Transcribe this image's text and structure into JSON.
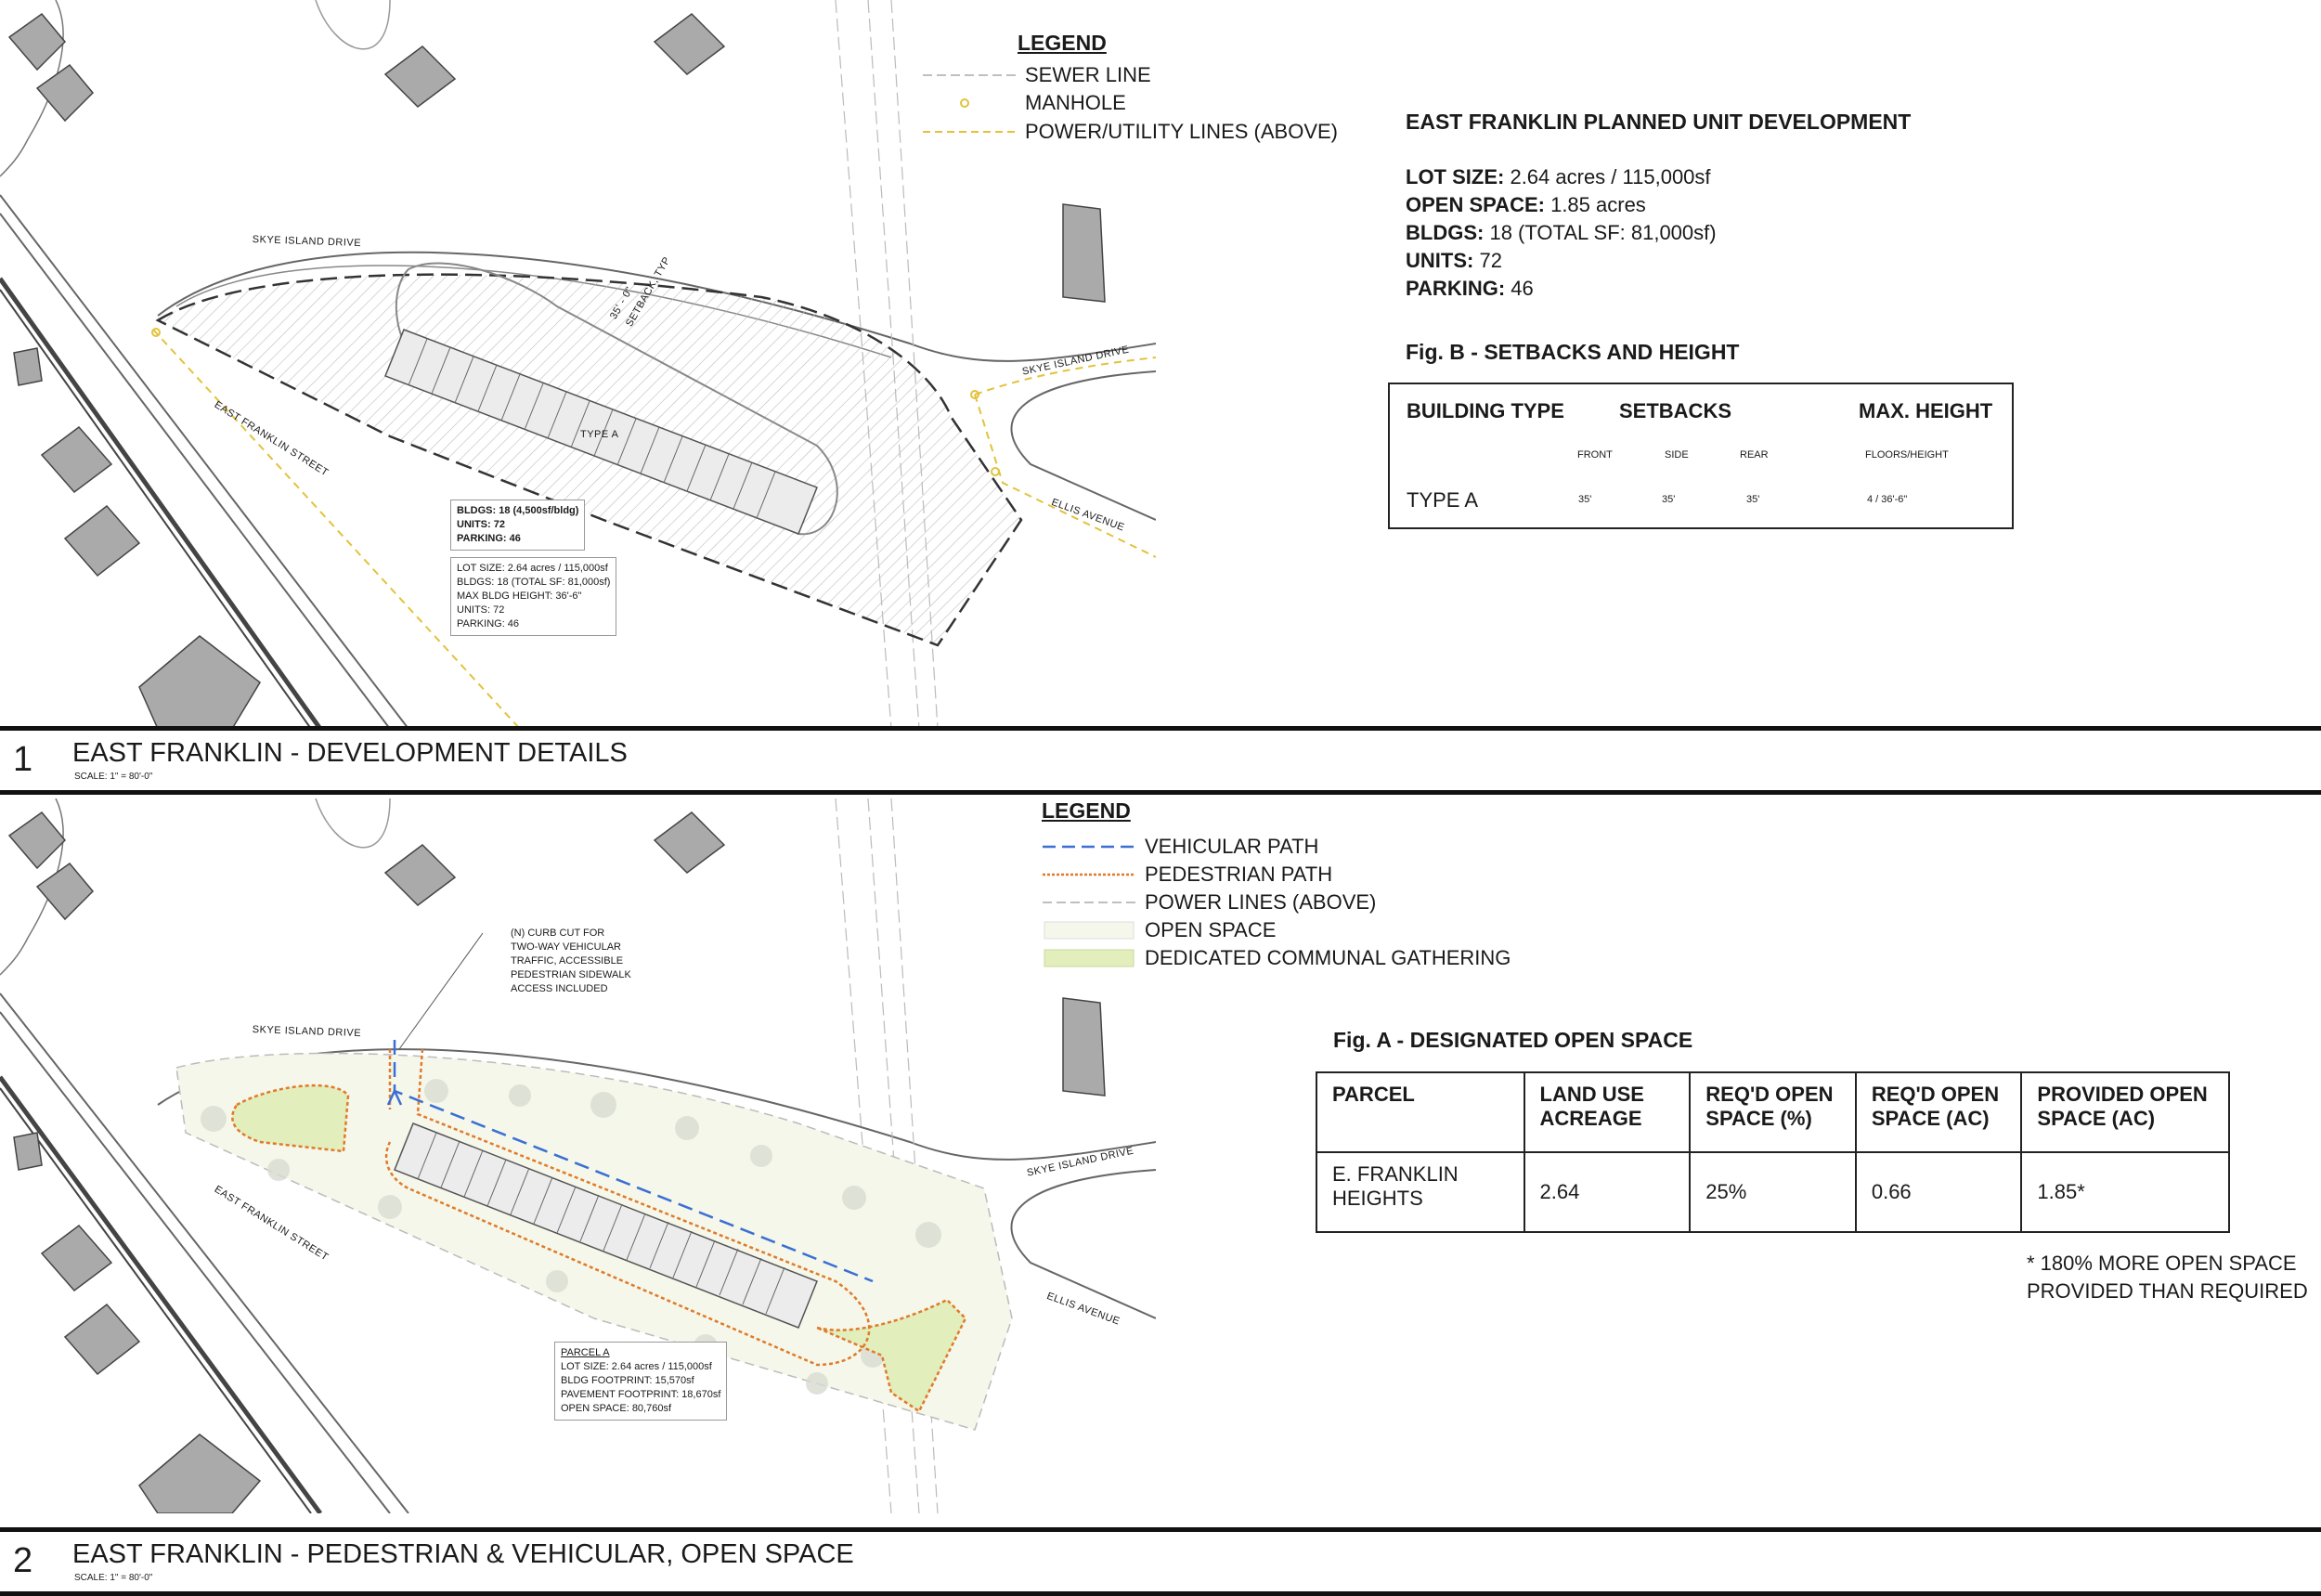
{
  "panel1": {
    "legend": {
      "title": "LEGEND",
      "items": [
        {
          "label": "SEWER LINE",
          "symbol": "dashed-gray-line"
        },
        {
          "label": "MANHOLE",
          "symbol": "yellow-circle"
        },
        {
          "label": "POWER/UTILITY LINES (ABOVE)",
          "symbol": "dashed-yellow-line"
        }
      ]
    },
    "map_labels": {
      "street_skye_1": "SKYE ISLAND DRIVE",
      "street_skye_2": "SKYE ISLAND DRIVE",
      "street_franklin": "EAST FRANKLIN STREET",
      "street_ellis": "ELLIS AVENUE",
      "setback_line1": "35' - 0\"",
      "setback_line2": "SETBACK, TYP",
      "type_label": "TYPE A"
    },
    "callout_top": {
      "line1": "BLDGS: 18 (4,500sf/bldg)",
      "line2": "UNITS: 72",
      "line3": "PARKING: 46"
    },
    "callout_bottom": {
      "line1": "LOT SIZE: 2.64 acres / 115,000sf",
      "line2": "BLDGS: 18 (TOTAL SF: 81,000sf)",
      "line3": "MAX BLDG HEIGHT: 36'-6\"",
      "line4": "UNITS: 72",
      "line5": "PARKING: 46"
    },
    "info": {
      "heading": "EAST FRANKLIN PLANNED UNIT DEVELOPMENT",
      "lines": [
        {
          "key": "LOT SIZE:",
          "value": "2.64 acres / 115,000sf"
        },
        {
          "key": "OPEN SPACE:",
          "value": "1.85 acres"
        },
        {
          "key": "BLDGS:",
          "value": "18 (TOTAL SF: 81,000sf)"
        },
        {
          "key": "UNITS:",
          "value": "72"
        },
        {
          "key": "PARKING:",
          "value": "46"
        }
      ]
    },
    "fig_b": {
      "title": "Fig. B - SETBACKS AND HEIGHT",
      "col_building_type": "BUILDING TYPE",
      "col_setbacks": "SETBACKS",
      "col_max_height": "MAX. HEIGHT",
      "sub_front": "FRONT",
      "sub_side": "SIDE",
      "sub_rear": "REAR",
      "sub_floors": "FLOORS/HEIGHT",
      "row_type": "TYPE A",
      "row_front": "35'",
      "row_side": "35'",
      "row_rear": "35'",
      "row_height": "4 / 36'-6\""
    },
    "title_bar": {
      "number": "1",
      "title": "EAST FRANKLIN - DEVELOPMENT DETAILS",
      "scale": "SCALE:   1\" = 80'-0\""
    }
  },
  "panel2": {
    "legend": {
      "title": "LEGEND",
      "items": [
        {
          "label": "VEHICULAR PATH",
          "symbol": "dashed-blue-line"
        },
        {
          "label": "PEDESTRIAN PATH",
          "symbol": "dotted-orange-line"
        },
        {
          "label": "POWER LINES (ABOVE)",
          "symbol": "dashed-gray-line"
        },
        {
          "label": "OPEN SPACE",
          "symbol": "light-fill"
        },
        {
          "label": "DEDICATED COMMUNAL GATHERING",
          "symbol": "green-fill"
        }
      ]
    },
    "map_labels": {
      "street_skye_1": "SKYE ISLAND DRIVE",
      "street_skye_2": "SKYE ISLAND DRIVE",
      "street_franklin": "EAST FRANKLIN STREET",
      "street_ellis": "ELLIS AVENUE"
    },
    "curb_note": {
      "line1": "(N) CURB CUT FOR",
      "line2": "TWO-WAY VEHICULAR",
      "line3": "TRAFFIC, ACCESSIBLE",
      "line4": "PEDESTRIAN SIDEWALK",
      "line5": "ACCESS INCLUDED"
    },
    "parcel_callout": {
      "line1": "PARCEL A",
      "line2": "LOT SIZE: 2.64 acres / 115,000sf",
      "line3": "BLDG FOOTPRINT: 15,570sf",
      "line4": "PAVEMENT FOOTPRINT: 18,670sf",
      "line5": "OPEN SPACE: 80,760sf"
    },
    "fig_a": {
      "title": "Fig. A - DESIGNATED OPEN SPACE",
      "headers": [
        "PARCEL",
        "LAND USE ACREAGE",
        "REQ'D  OPEN SPACE (%)",
        "REQ'D OPEN SPACE (AC)",
        "PROVIDED OPEN SPACE (AC)"
      ],
      "row": [
        "E. FRANKLIN HEIGHTS",
        "2.64",
        "25%",
        "0.66",
        "1.85*"
      ],
      "footnote1": "* 180% MORE OPEN SPACE",
      "footnote2": "PROVIDED THAN REQUIRED"
    },
    "title_bar": {
      "number": "2",
      "title": "EAST FRANKLIN - PEDESTRIAN & VEHICULAR, OPEN SPACE",
      "scale": "SCALE:   1\" = 80'-0\""
    }
  },
  "colors": {
    "vehicular": "#3b6fd4",
    "pedestrian": "#e07a2a",
    "utility": "#e3c23a",
    "gathering": "#e2eebc",
    "open_space": "#f5f7ea"
  }
}
